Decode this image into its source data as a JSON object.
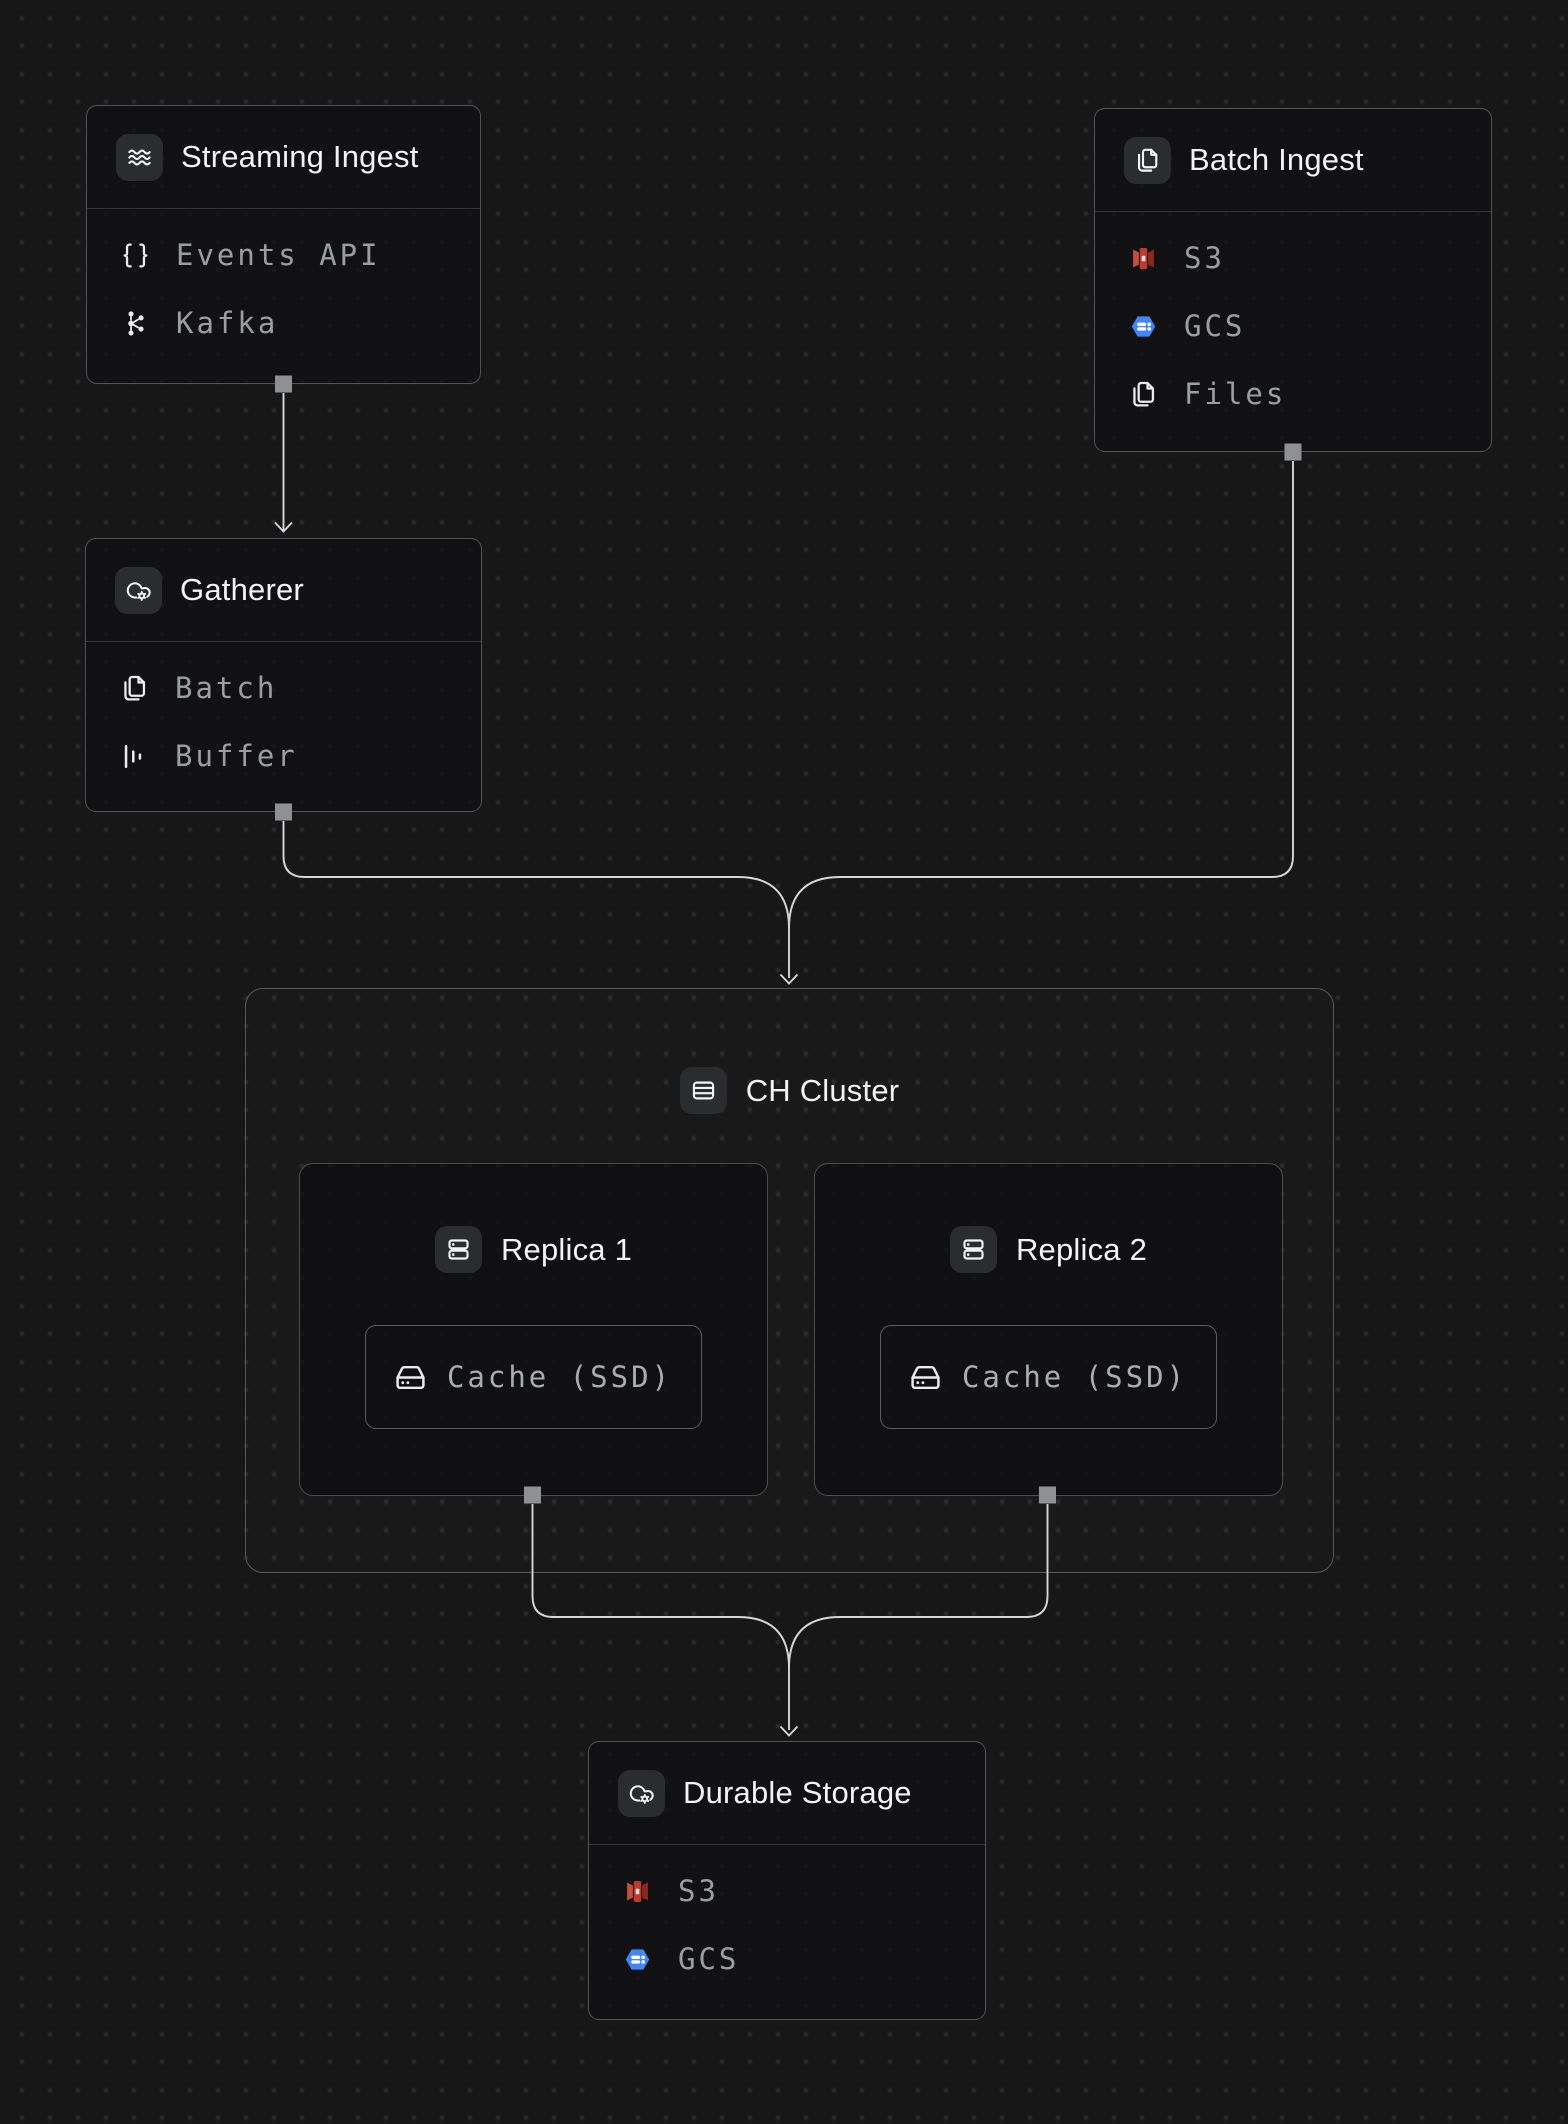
{
  "diagram": {
    "colors": {
      "canvas_background": "#171718",
      "grid_dots": "#27272a",
      "node_border": "#505254",
      "edge": "#d5d6d7",
      "handle": "#8e9093",
      "title_text": "#f3f3f4",
      "item_text": "#9b9ea1",
      "chip_background": "#2b2c2e",
      "s3_red": "#bc3a2e",
      "gcs_blue": "#4285f4"
    },
    "nodes": {
      "streaming_ingest": {
        "title": "Streaming Ingest",
        "header_icon": "waves-icon",
        "items": [
          {
            "icon": "braces-icon",
            "label": "Events API"
          },
          {
            "icon": "kafka-icon",
            "label": "Kafka"
          }
        ]
      },
      "batch_ingest": {
        "title": "Batch Ingest",
        "header_icon": "files-icon",
        "items": [
          {
            "icon": "s3-icon",
            "label": "S3"
          },
          {
            "icon": "gcs-icon",
            "label": "GCS"
          },
          {
            "icon": "files-icon",
            "label": "Files"
          }
        ]
      },
      "gatherer": {
        "title": "Gatherer",
        "header_icon": "cloud-gear-icon",
        "items": [
          {
            "icon": "files-icon",
            "label": "Batch"
          },
          {
            "icon": "buffer-icon",
            "label": "Buffer"
          }
        ]
      },
      "ch_cluster": {
        "title": "CH Cluster",
        "header_icon": "table-icon"
      },
      "replica_1": {
        "title": "Replica 1",
        "header_icon": "server-icon",
        "cache": {
          "icon": "hard-drive-icon",
          "label": "Cache (SSD)"
        }
      },
      "replica_2": {
        "title": "Replica 2",
        "header_icon": "server-icon",
        "cache": {
          "icon": "hard-drive-icon",
          "label": "Cache (SSD)"
        }
      },
      "durable_storage": {
        "title": "Durable Storage",
        "header_icon": "cloud-gear-icon",
        "items": [
          {
            "icon": "s3-icon",
            "label": "S3"
          },
          {
            "icon": "gcs-icon",
            "label": "GCS"
          }
        ]
      }
    },
    "edges": [
      {
        "from": "streaming_ingest",
        "to": "gatherer"
      },
      {
        "from": "gatherer",
        "to": "ch_cluster"
      },
      {
        "from": "batch_ingest",
        "to": "ch_cluster"
      },
      {
        "from": "replica_1",
        "to": "durable_storage"
      },
      {
        "from": "replica_2",
        "to": "durable_storage"
      }
    ]
  }
}
